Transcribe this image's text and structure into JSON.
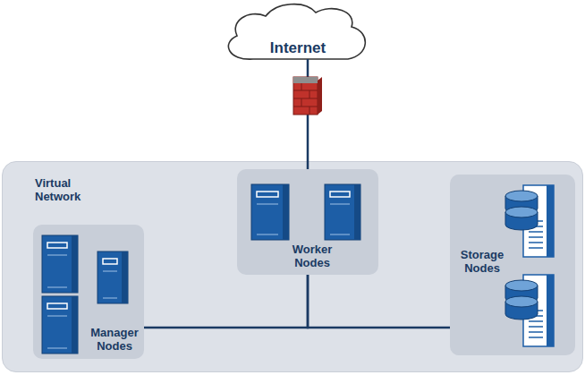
{
  "diagram": {
    "nodes": [
      {
        "text": [
          "Internet"
        ]
      },
      {
        "text": [
          "Virtual Network"
        ]
      },
      {
        "text": [
          "Worker Nodes"
        ],
        "in": 1
      },
      {
        "text": [
          "Storage Nodes"
        ],
        "in": 1
      },
      {
        "text": [
          "Manager Nodes"
        ],
        "in": 1
      }
    ],
    "edges": [
      {
        "from": 0,
        "to": 2,
        "arrow": "none"
      },
      {
        "from": 2,
        "to": 4,
        "arrow": "none"
      },
      {
        "from": 2,
        "to": 3,
        "arrow": "none"
      }
    ]
  }
}
